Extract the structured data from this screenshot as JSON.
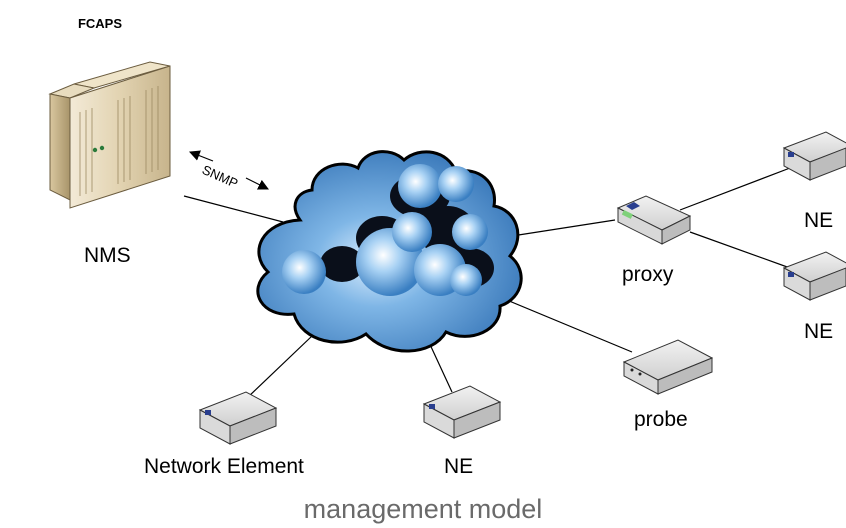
{
  "diagram": {
    "nms_box": {
      "header": "FCAPS",
      "label": "NMS"
    },
    "protocol_label": "SNMP",
    "nodes": {
      "proxy": "proxy",
      "probe": "probe",
      "ne_top": "NE",
      "ne_middle": "NE",
      "ne_bottom": "NE",
      "network_element": "Network Element"
    },
    "caption": "management model",
    "colors": {
      "cloud_fill": "#4a8ccc",
      "cloud_outline": "#000000",
      "caption": "#6a6a6a"
    }
  }
}
